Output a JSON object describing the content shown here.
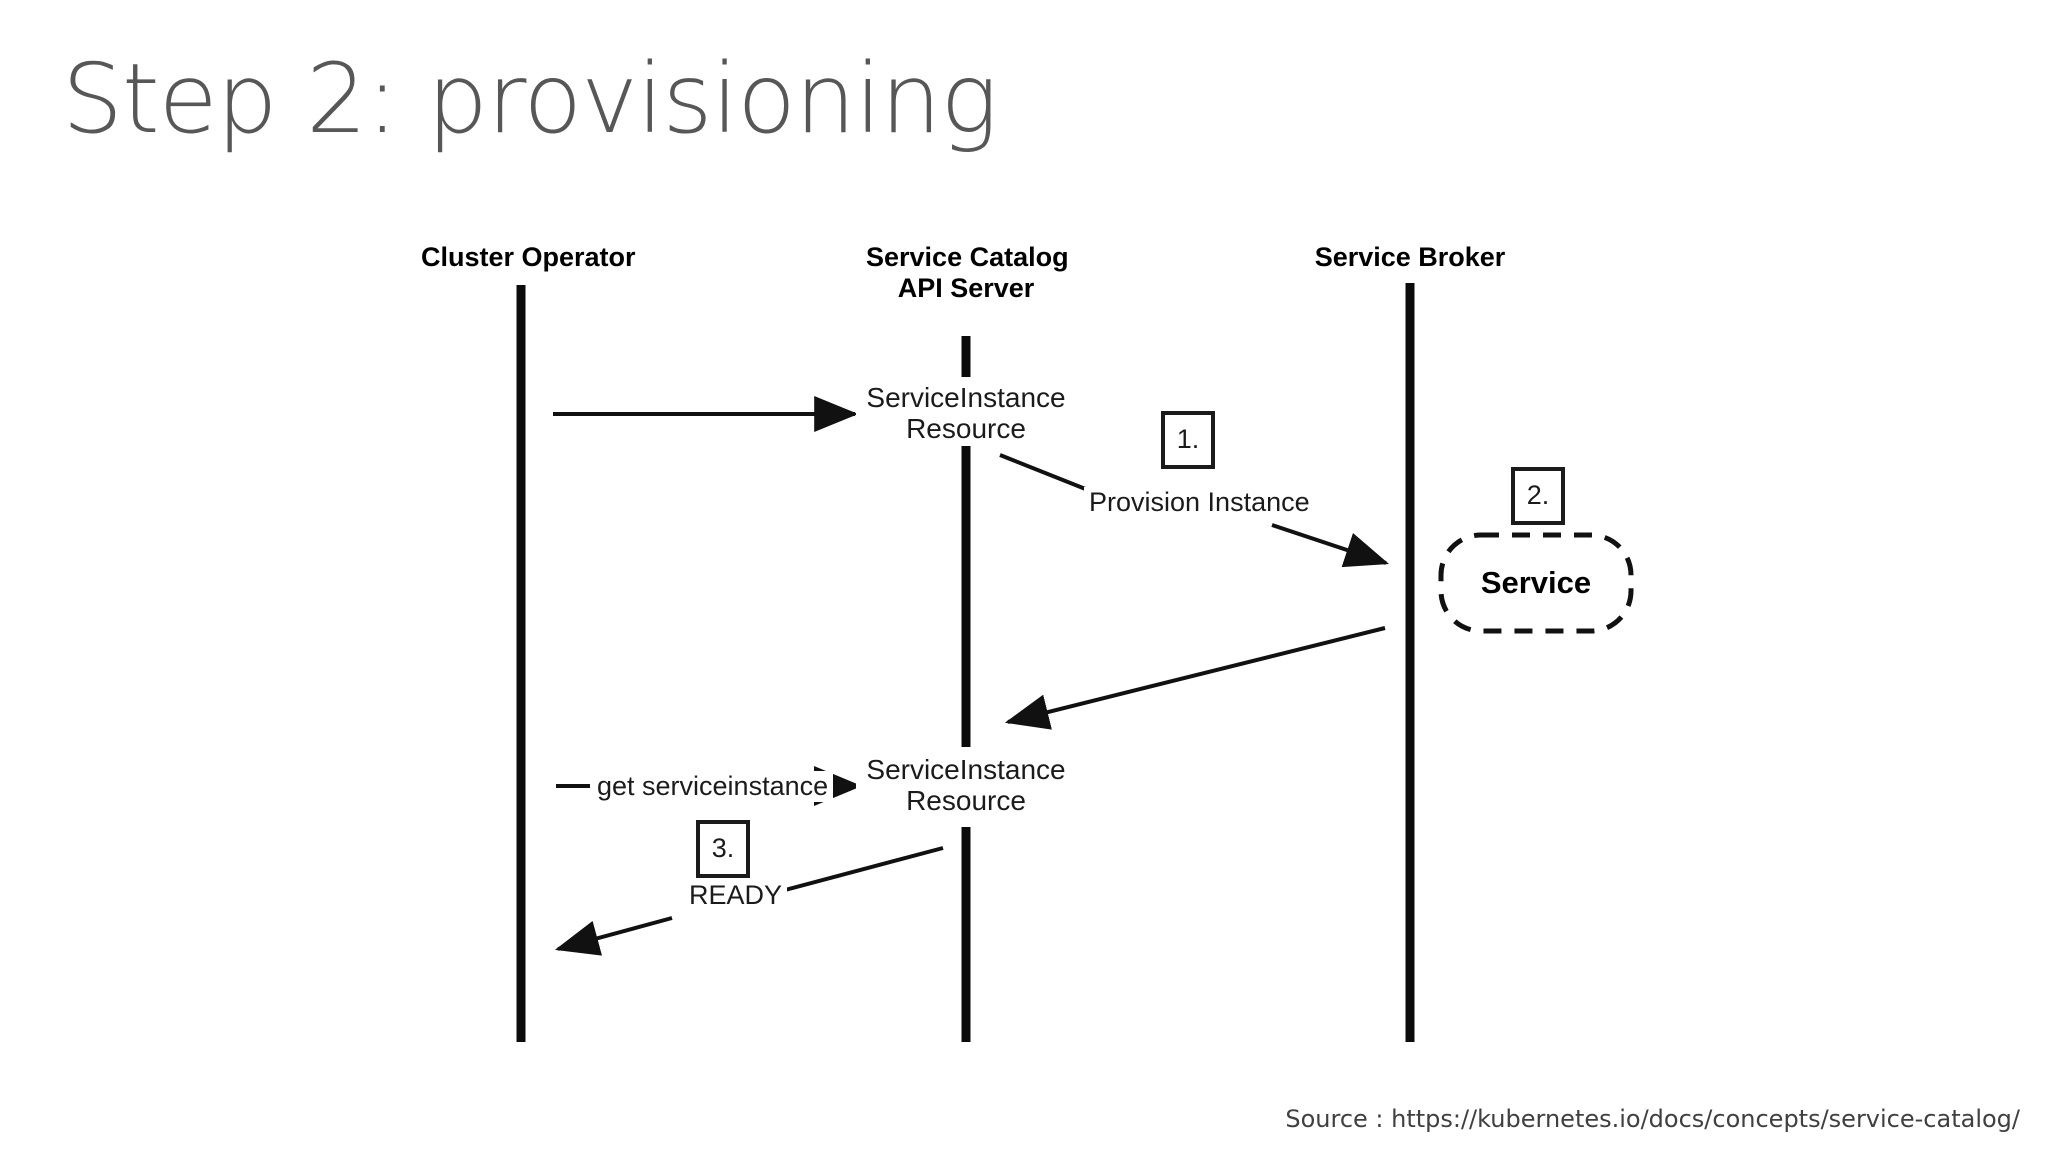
{
  "slide": {
    "title": "Step 2: provisioning",
    "title_color": "#575757",
    "background_color": "#ffffff",
    "ink_color": "#000000",
    "source_note": "Source : https://kubernetes.io/docs/concepts/service-catalog/"
  },
  "diagram": {
    "type": "sequence-diagram",
    "lanes": [
      {
        "id": "cluster-operator",
        "header": "Cluster Operator"
      },
      {
        "id": "service-catalog-api-server",
        "header_line1": "Service Catalog",
        "header_line2": "API Server"
      },
      {
        "id": "service-broker",
        "header": "Service Broker"
      }
    ],
    "nodes": [
      {
        "id": "service-instance-resource-top",
        "line1": "ServiceInstance",
        "line2": "Resource"
      },
      {
        "id": "service-instance-resource-bottom",
        "line1": "ServiceInstance",
        "line2": "Resource"
      },
      {
        "id": "service",
        "label": "Service",
        "shape": "dashed-rounded-rectangle"
      }
    ],
    "edges": [
      {
        "id": "create-service-instance",
        "label": "",
        "from": "cluster-operator",
        "to": "service-catalog-api-server"
      },
      {
        "id": "provision-instance",
        "label": "Provision Instance",
        "from": "service-catalog-api-server",
        "to": "service-broker"
      },
      {
        "id": "broker-response",
        "label": "",
        "from": "service-broker",
        "to": "service-catalog-api-server"
      },
      {
        "id": "get-serviceinstance",
        "label": "get serviceinstance",
        "from": "cluster-operator",
        "to": "service-catalog-api-server"
      },
      {
        "id": "ready",
        "label": "READY",
        "from": "service-catalog-api-server",
        "to": "cluster-operator"
      }
    ],
    "step_badges": [
      {
        "id": "step-1",
        "label": "1."
      },
      {
        "id": "step-2",
        "label": "2."
      },
      {
        "id": "step-3",
        "label": "3."
      }
    ]
  }
}
